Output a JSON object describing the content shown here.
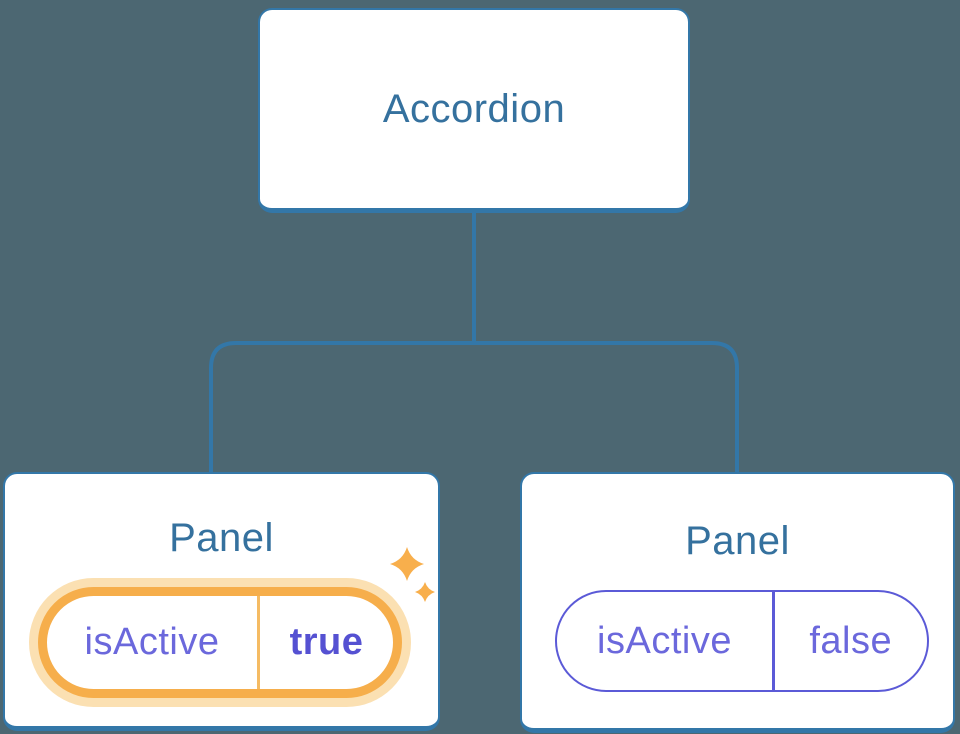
{
  "page": {
    "background_color": "#4C6772"
  },
  "colors": {
    "component_text_blue": "#35719E",
    "connector_blue": "#3377A8",
    "node_background": "#FFFFFF",
    "state_text_purple": "#6B68DC",
    "state_value_bold_purple": "#5551D2",
    "state_pill_border_purple": "#5B5AD7",
    "highlight_orange": "#F6AE4B",
    "highlight_halo_orange": "#FBE0B2",
    "divider_orange": "#F5BB63",
    "sparkle_orange": "#F8AF4C"
  },
  "tree": {
    "root": {
      "label": "Accordion"
    },
    "panels": [
      {
        "title": "Panel",
        "state_name": "isActive",
        "state_value": "true",
        "highlighted": true
      },
      {
        "title": "Panel",
        "state_name": "isActive",
        "state_value": "false",
        "highlighted": false
      }
    ]
  },
  "icons": {
    "sparkles": "✦"
  }
}
